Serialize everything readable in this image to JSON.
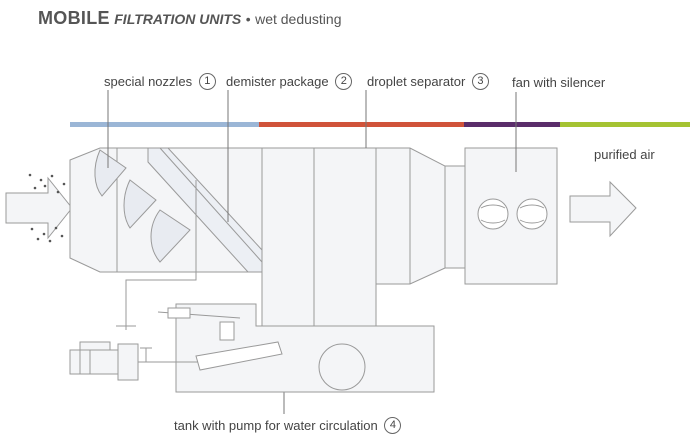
{
  "title": {
    "brand": "MOBILE",
    "subtitle": "FILTRATION UNITS",
    "separator": "•",
    "descriptor": "wet dedusting"
  },
  "components": [
    {
      "label": "special nozzles",
      "number": "1"
    },
    {
      "label": "demister package",
      "number": "2"
    },
    {
      "label": "droplet separator",
      "number": "3"
    },
    {
      "label": "fan with silencer",
      "number": ""
    },
    {
      "label": "tank with pump for water circulation",
      "number": "4"
    }
  ],
  "outlet_label": "purified air",
  "stage_bar_colors": [
    "#9bb6d6",
    "#d0533a",
    "#5a2d6a",
    "#a5c332"
  ]
}
